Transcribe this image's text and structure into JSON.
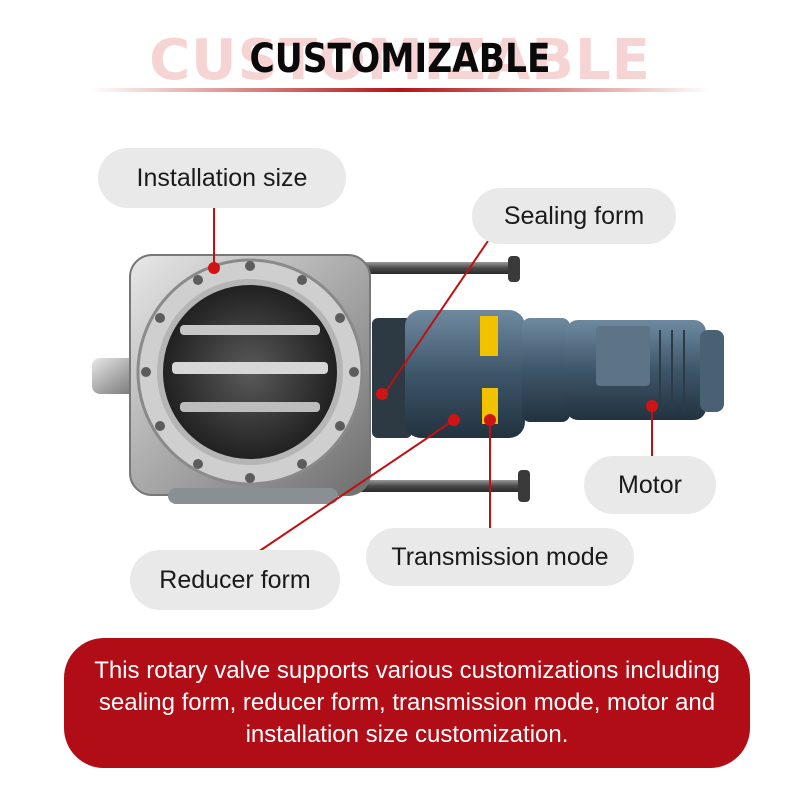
{
  "header": {
    "title": "CUSTOMIZABLE",
    "title_ghost": "CUSTOMIZABLE"
  },
  "callouts": {
    "installation_size": "Installation size",
    "sealing_form": "Sealing form",
    "motor": "Motor",
    "transmission_mode": "Transmission mode",
    "reducer_form": "Reducer form"
  },
  "banner": {
    "text": "This rotary valve supports various customizations including sealing form, reducer form, transmission mode, motor and installation size customization."
  },
  "colors": {
    "accent_red": "#b10d16",
    "pill_gray": "#e9e9e9",
    "leader_line": "#c01010"
  }
}
